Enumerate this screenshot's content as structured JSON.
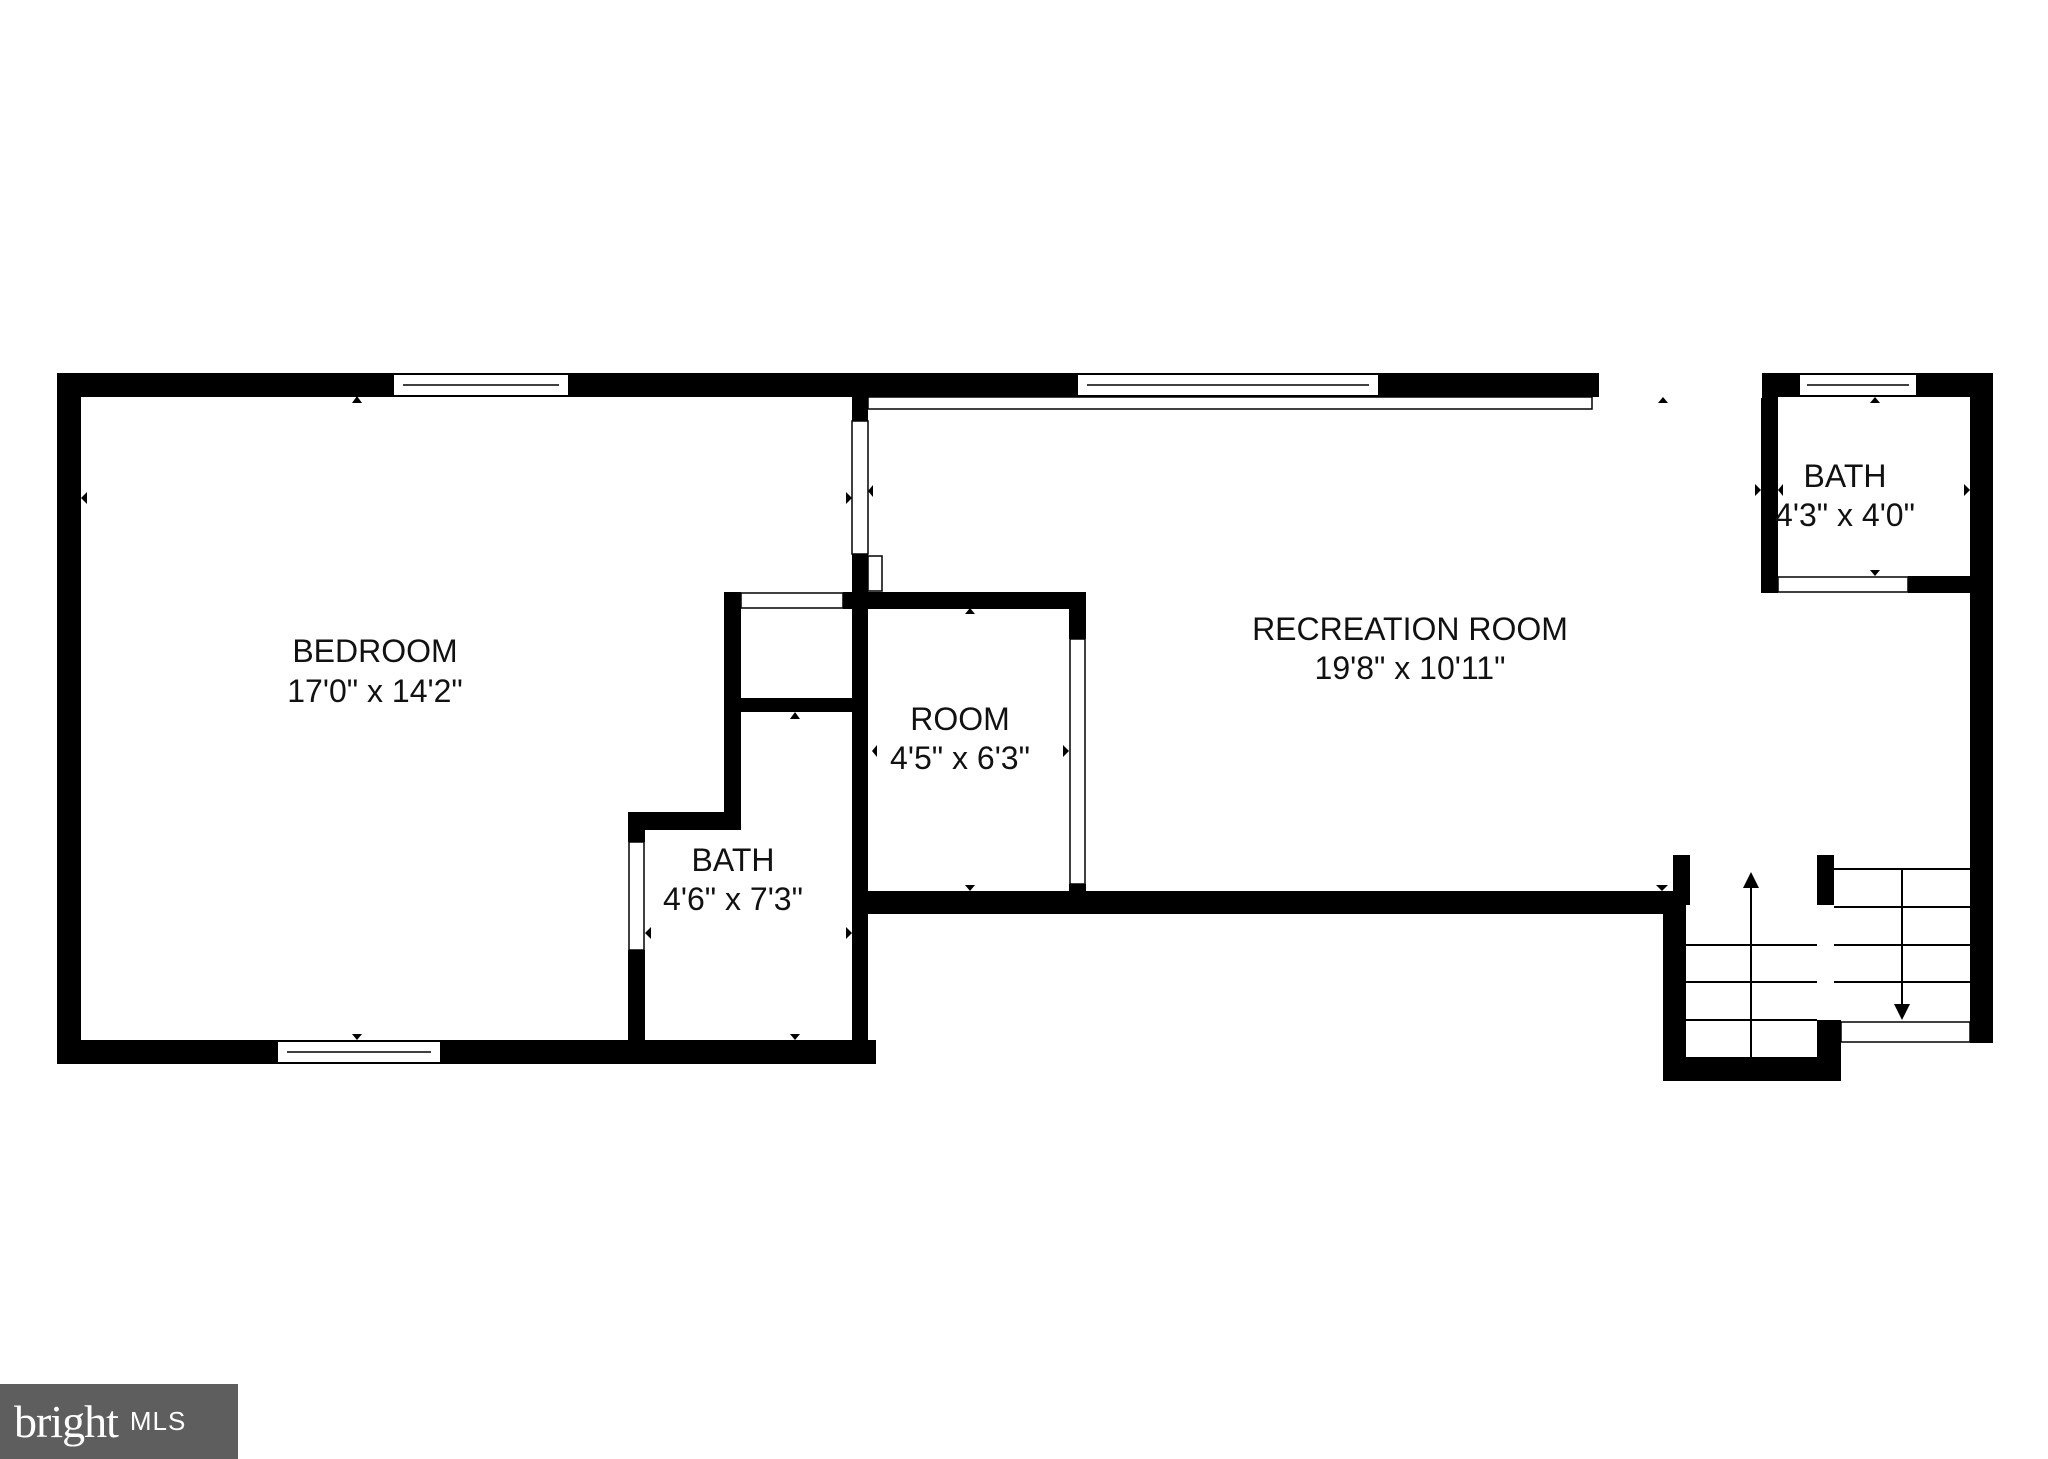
{
  "rooms": [
    {
      "name": "BEDROOM",
      "dims": "17'0\" x 14'2\""
    },
    {
      "name": "BATH",
      "dims": "4'6\" x 7'3\""
    },
    {
      "name": "ROOM",
      "dims": "4'5\" x 6'3\""
    },
    {
      "name": "RECREATION ROOM",
      "dims": "19'8\" x 10'11\""
    },
    {
      "name": "BATH",
      "dims": "4'3\" x 4'0\""
    }
  ],
  "watermark": {
    "brand": "bright",
    "suffix": "MLS"
  },
  "colors": {
    "wall": "#000000",
    "background": "#ffffff",
    "watermark_bg": "#5e5e5e"
  }
}
